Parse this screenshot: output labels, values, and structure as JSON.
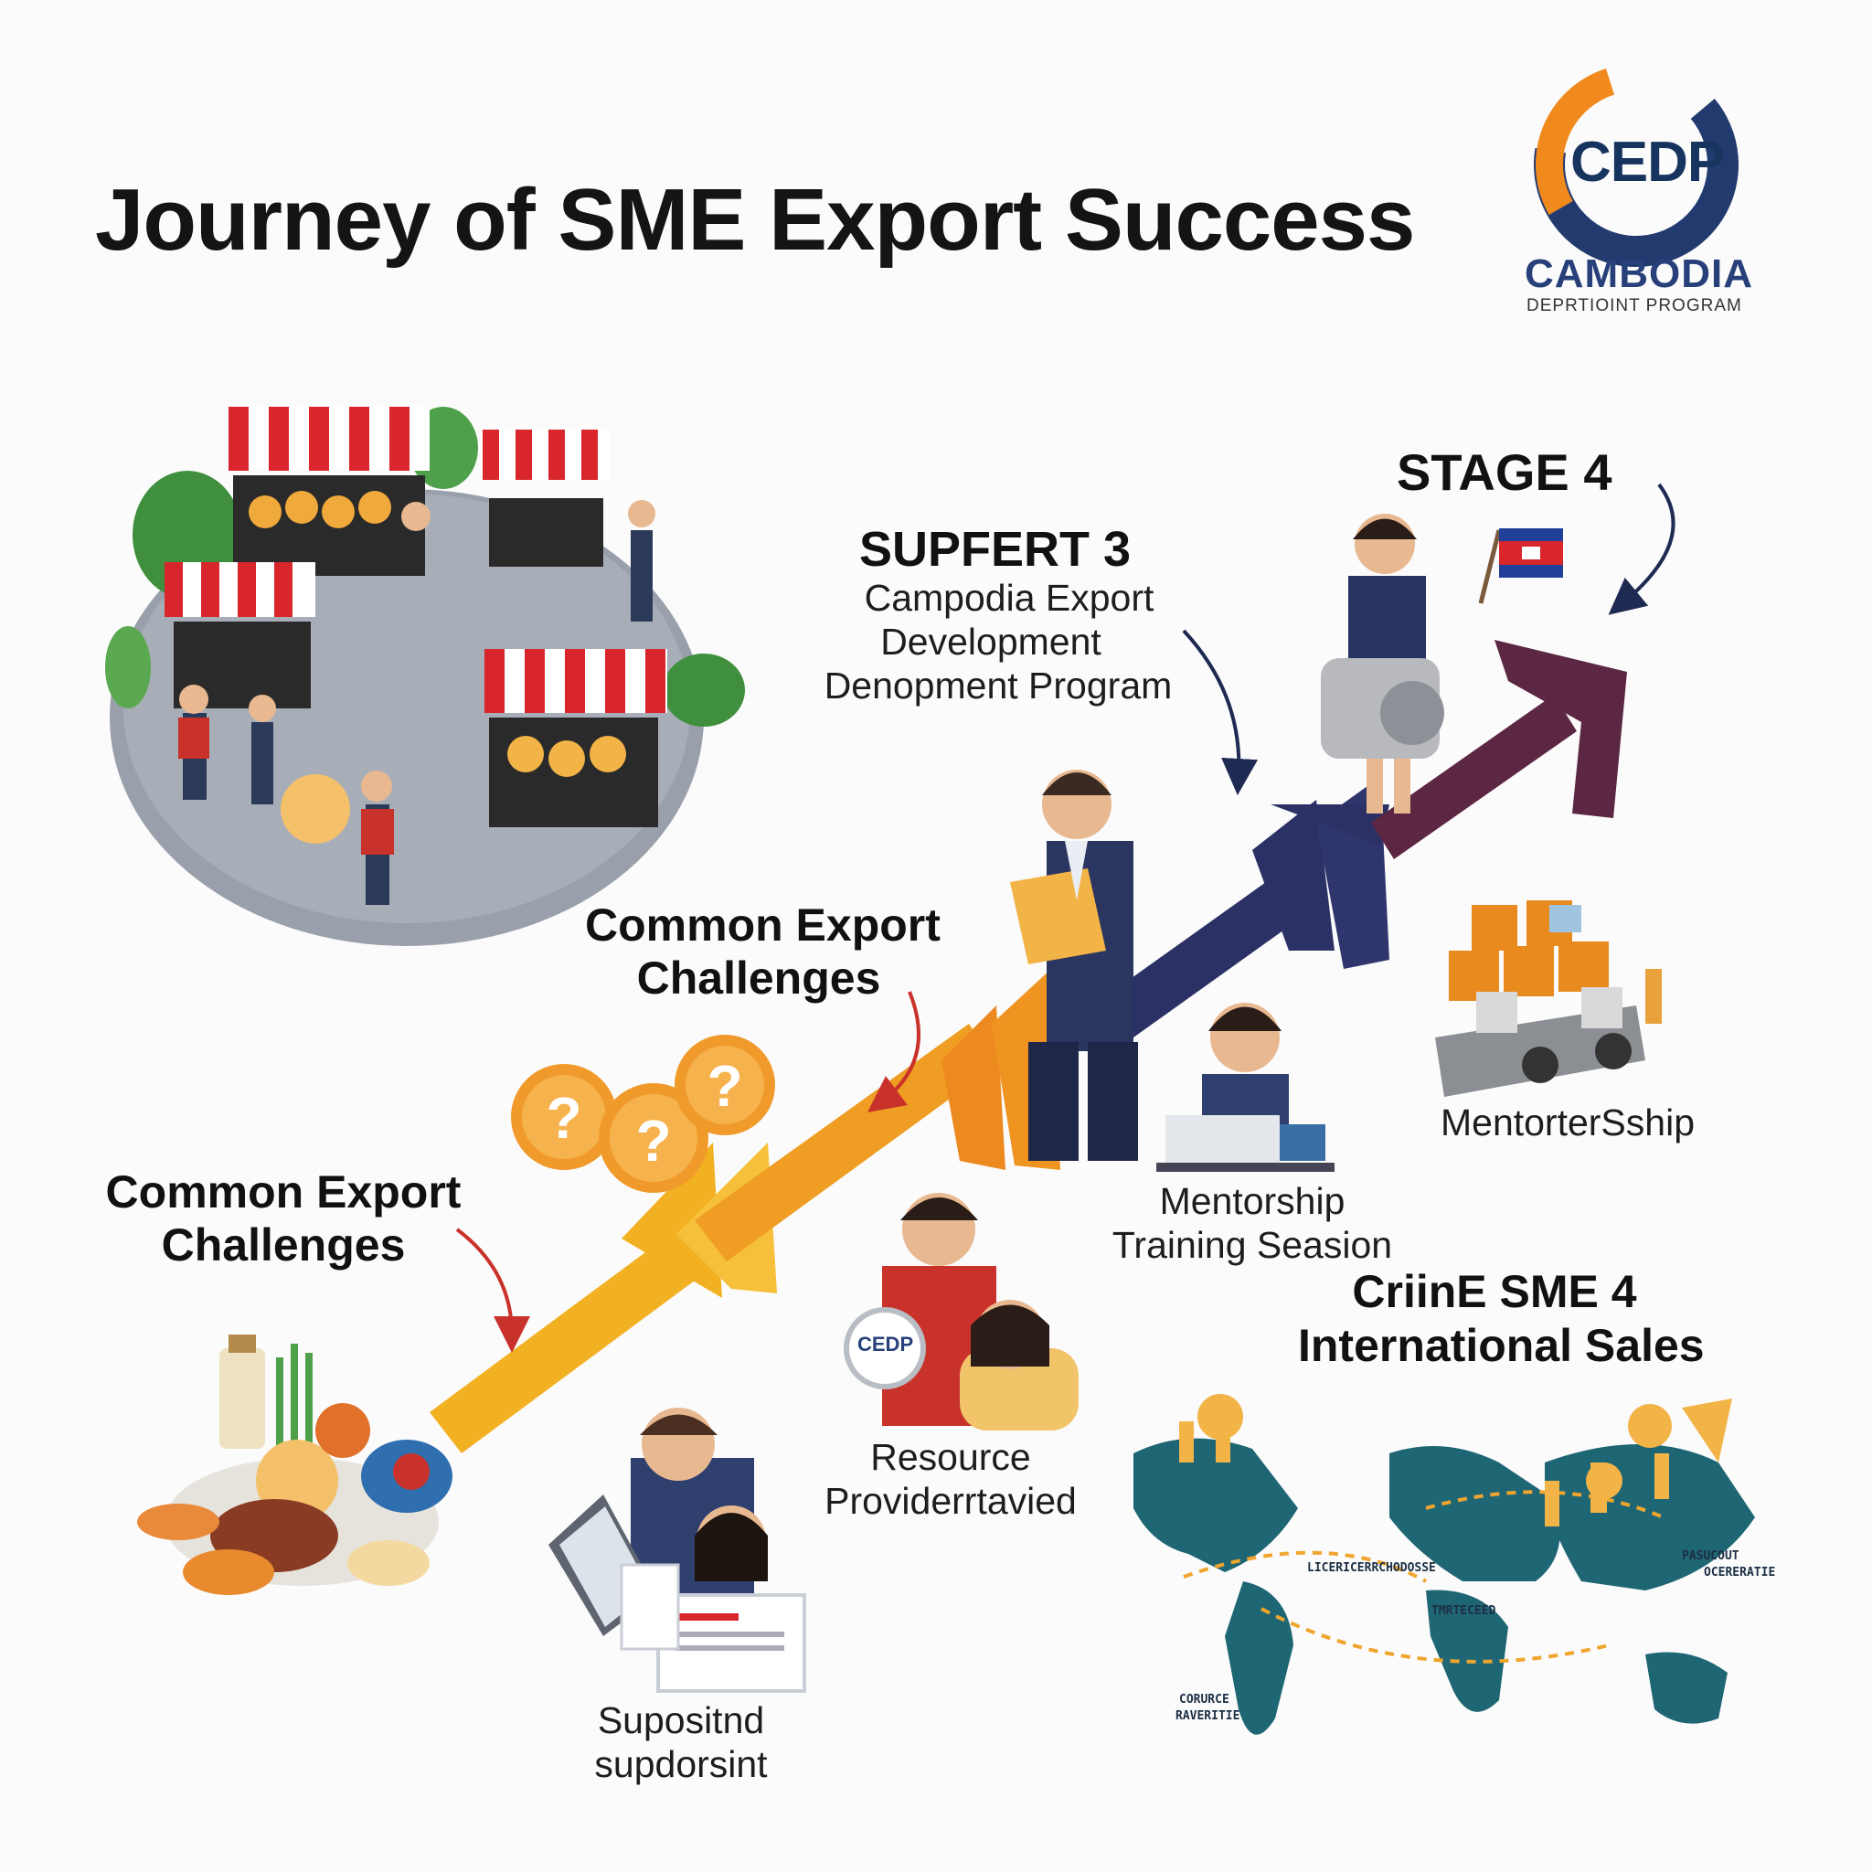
{
  "header": {
    "title": "Journey of SME Export Success"
  },
  "logo": {
    "mark": "CEDP",
    "name": "CAMBODIA",
    "tagline": "DEPRTIOINT PROGRAM"
  },
  "labels": {
    "stage4": "STAGE 4",
    "stage3_heading": "SUPFERT 3",
    "stage3_line1": "Campodia Export",
    "stage3_line2": "Development",
    "stage3_line3": "Denopment Program",
    "challenges_upper_line1": "Common Export",
    "challenges_upper_line2": "Challenges",
    "challenges_lower_line1": "Common Export",
    "challenges_lower_line2": "Challenges",
    "mentorship_right": "MentorterSship",
    "mentorship_session_line1": "Mentorship",
    "mentorship_session_line2": "Training Seasion",
    "international_line1": "CriinE SME 4",
    "international_line2": "International Sales",
    "resource_line1": "Resource",
    "resource_line2": "Providerrtavied",
    "support_line1": "Supositnd",
    "support_line2": "supdorsint",
    "cedp_badge": "CEDP"
  },
  "map_labels": {
    "label_a": "LICERICERRCHODOSSE",
    "label_b": "PASUCOUT",
    "label_c": "OCERERATIE",
    "label_d": "TMRTECEED",
    "label_e": "CORURCE",
    "label_f": "RAVERITIE"
  },
  "colors": {
    "arrow_yellow": "#f2b123",
    "arrow_orange": "#ec8a1f",
    "arrow_navy": "#2b3165",
    "arrow_plum": "#5c2742",
    "map_teal": "#1f6674",
    "awning_red": "#d9262c",
    "logo_navy": "#233a6e",
    "logo_orange": "#f08a1d"
  },
  "icons": {
    "question_bubbles": "question-mark-icon",
    "flag": "cambodia-flag-icon",
    "market": "market-stall-icon",
    "world_map": "world-map-icon"
  }
}
